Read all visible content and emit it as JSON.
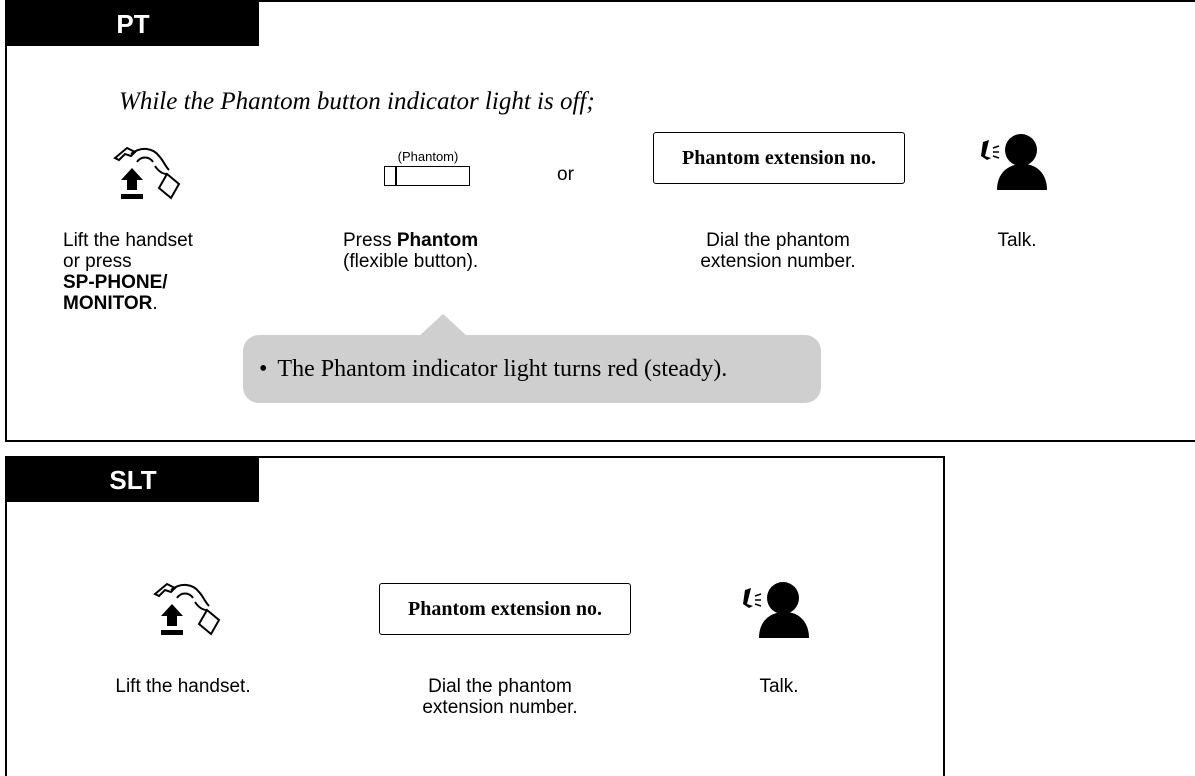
{
  "pt": {
    "tab_label": "PT",
    "intro": "While the Phantom button indicator light is off;",
    "step1": {
      "icon": "lift-handset-icon",
      "line1": "Lift the handset",
      "line2": "or press",
      "line3": "SP-PHONE/",
      "line4_bold": "MONITOR",
      "line4_rest": "."
    },
    "step2": {
      "button_label": "(Phantom)",
      "text_prefix": "Press ",
      "text_bold": "Phantom",
      "line2": "(flexible button)."
    },
    "or_label": "or",
    "step3": {
      "box_label": "Phantom extension no.",
      "line1": "Dial the phantom",
      "line2": "extension number."
    },
    "step4": {
      "icon": "talk-icon",
      "label": "Talk."
    },
    "note": {
      "bullet": "•",
      "text": "The Phantom indicator light turns red (steady)."
    }
  },
  "slt": {
    "tab_label": "SLT",
    "step1": {
      "icon": "lift-handset-icon",
      "label": "Lift the handset."
    },
    "step2": {
      "box_label": "Phantom extension no.",
      "line1": "Dial the phantom",
      "line2": "extension number."
    },
    "step3": {
      "icon": "talk-icon",
      "label": "Talk."
    }
  },
  "colors": {
    "tab_background": "#000000",
    "note_background": "#cfcfcf"
  }
}
